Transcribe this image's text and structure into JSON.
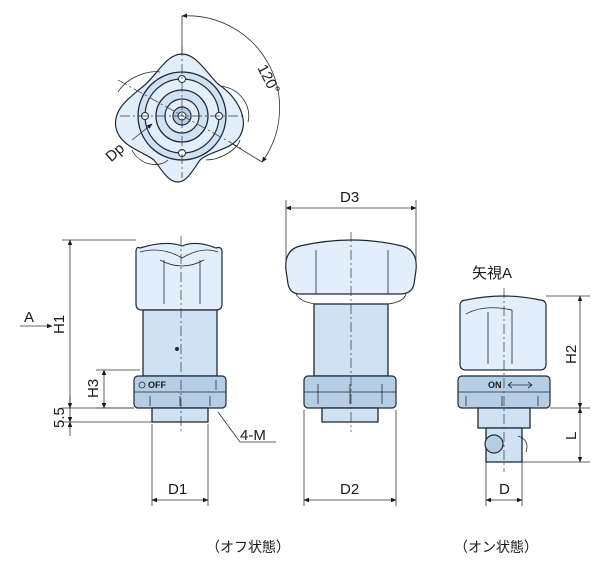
{
  "labels": {
    "angle": "120°",
    "dp": "Dp",
    "d3": "D3",
    "d1": "D1",
    "d2": "D2",
    "d": "D",
    "h1": "H1",
    "h2": "H2",
    "h3": "H3",
    "l": "L",
    "a": "A",
    "dim55": "5.5",
    "holes": "4-M",
    "view_a": "矢視A",
    "off_mark": "OFF",
    "on_mark": "ON"
  },
  "captions": {
    "off_state": "（オフ状態）",
    "on_state": "（オン状態）"
  }
}
